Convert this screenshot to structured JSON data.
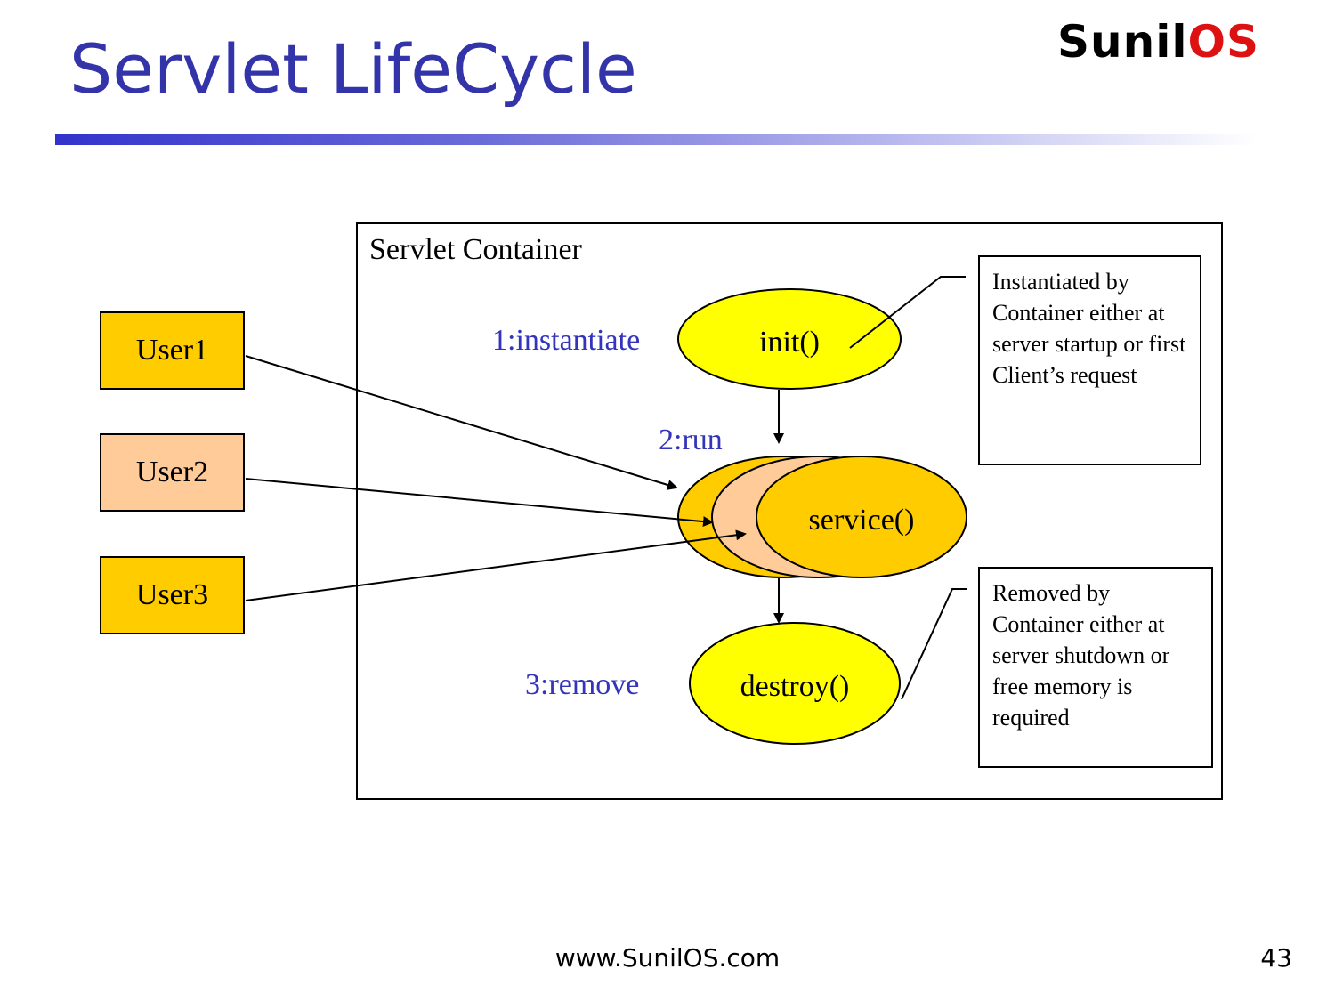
{
  "slide": {
    "title": "Servlet LifeCycle",
    "logo_part1": "Sunil",
    "logo_part2": "OS",
    "footer_url": "www.SunilOS.com",
    "page_number": "43"
  },
  "diagram": {
    "container_label": "Servlet Container",
    "users": [
      {
        "label": "User1",
        "color": "#ffcc00"
      },
      {
        "label": "User2",
        "color": "#ffcc99"
      },
      {
        "label": "User3",
        "color": "#ffcc00"
      }
    ],
    "steps": {
      "instantiate": "1:instantiate",
      "run": "2:run",
      "remove": "3:remove"
    },
    "methods": {
      "init": "init()",
      "service": "service()",
      "destroy": "destroy()"
    },
    "notes": {
      "instantiated": "Instantiated by Container either at server startup or first Client’s request",
      "removed": "Removed by Container either at server shutdown or free memory is required"
    },
    "colors": {
      "init_fill": "#ffff00",
      "service_back_fill": "#ffcc00",
      "service_mid_fill": "#ffcc99",
      "service_front_fill": "#ffcc00",
      "destroy_fill": "#ffff00",
      "step_text": "#3333bb",
      "title_text": "#3333aa"
    }
  }
}
